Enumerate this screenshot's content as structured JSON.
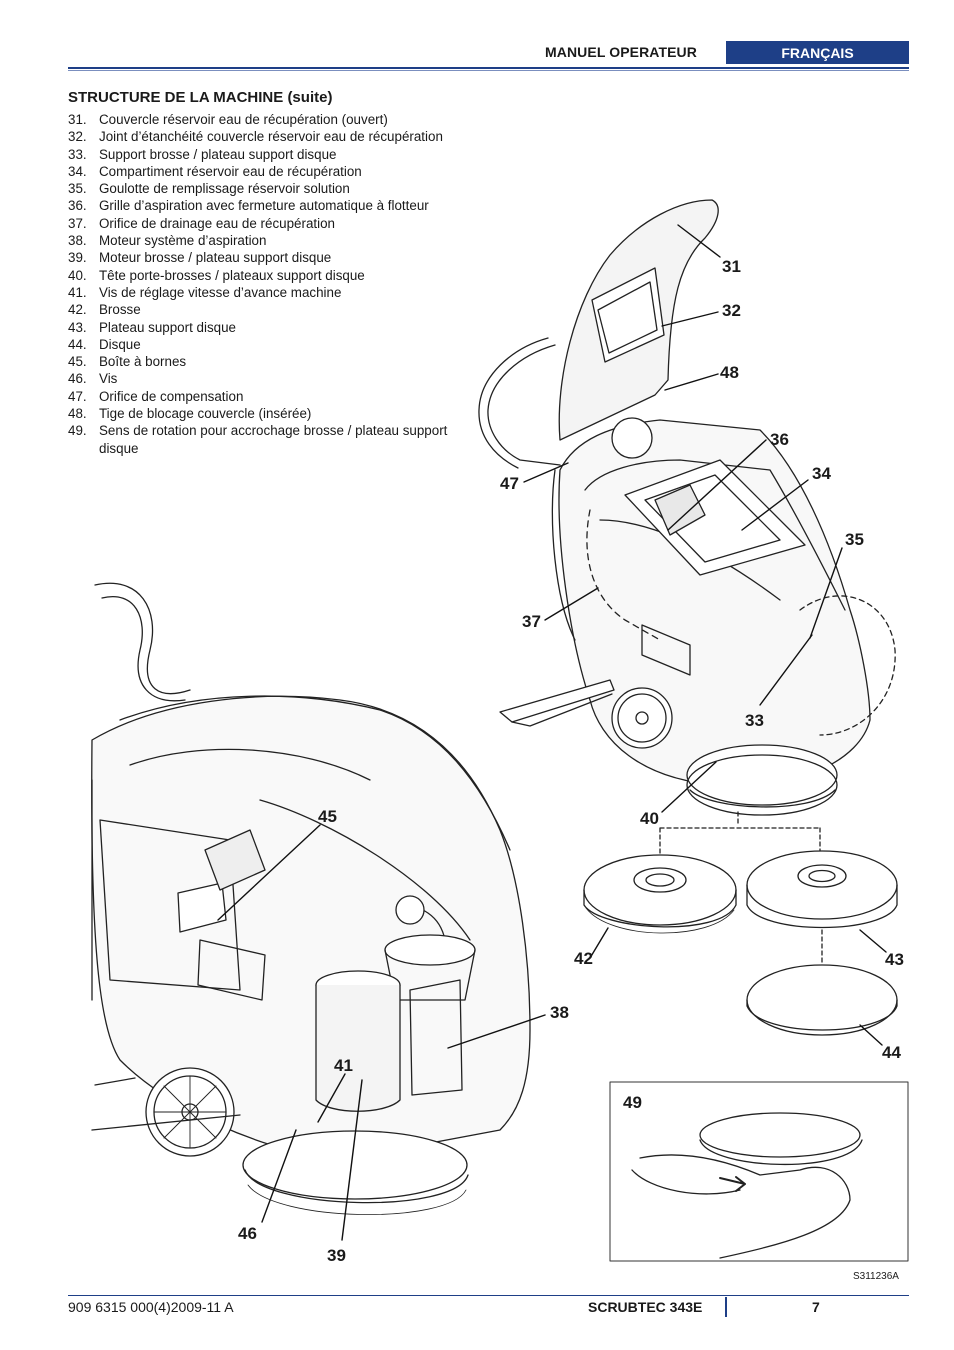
{
  "header": {
    "manual_label": "MANUEL OPERATEUR",
    "language_label": "FRANÇAIS"
  },
  "section": {
    "title": "STRUCTURE DE LA MACHINE (suite)"
  },
  "items": [
    {
      "num": "31.",
      "text": "Couvercle réservoir eau de récupération (ouvert)"
    },
    {
      "num": "32.",
      "text": "Joint d’étanchéité couvercle réservoir eau de récupération"
    },
    {
      "num": "33.",
      "text": "Support brosse / plateau support disque"
    },
    {
      "num": "34.",
      "text": "Compartiment réservoir eau de récupération"
    },
    {
      "num": "35.",
      "text": "Goulotte de remplissage réservoir solution"
    },
    {
      "num": "36.",
      "text": "Grille d’aspiration avec fermeture automatique à flotteur"
    },
    {
      "num": "37.",
      "text": "Orifice de drainage eau de récupération"
    },
    {
      "num": "38.",
      "text": "Moteur système d’aspiration"
    },
    {
      "num": "39.",
      "text": "Moteur brosse / plateau support disque"
    },
    {
      "num": "40.",
      "text": "Tête porte-brosses / plateaux support disque"
    },
    {
      "num": "41.",
      "text": "Vis de réglage vitesse d’avance machine"
    },
    {
      "num": "42.",
      "text": "Brosse"
    },
    {
      "num": "43.",
      "text": "Plateau support disque"
    },
    {
      "num": "44.",
      "text": "Disque"
    },
    {
      "num": "45.",
      "text": "Boîte à bornes"
    },
    {
      "num": "46.",
      "text": "Vis"
    },
    {
      "num": "47.",
      "text": "Orifice de compensation"
    },
    {
      "num": "48.",
      "text": "Tige de blocage couvercle (insérée)"
    },
    {
      "num": "49.",
      "text": "Sens de rotation pour accrochage brosse / plateau support disque"
    }
  ],
  "callouts": {
    "c31": "31",
    "c32": "32",
    "c48": "48",
    "c36": "36",
    "c34": "34",
    "c35": "35",
    "c47": "47",
    "c37": "37",
    "c33": "33",
    "c40": "40",
    "c45": "45",
    "c42": "42",
    "c43": "43",
    "c38": "38",
    "c41": "41",
    "c44": "44",
    "c49": "49",
    "c46": "46",
    "c39": "39"
  },
  "figure_ref": "S311236A",
  "footer": {
    "doc_number": "909 6315 000(4)2009-11 A",
    "product": "SCRUBTEC 343E",
    "page": "7"
  }
}
